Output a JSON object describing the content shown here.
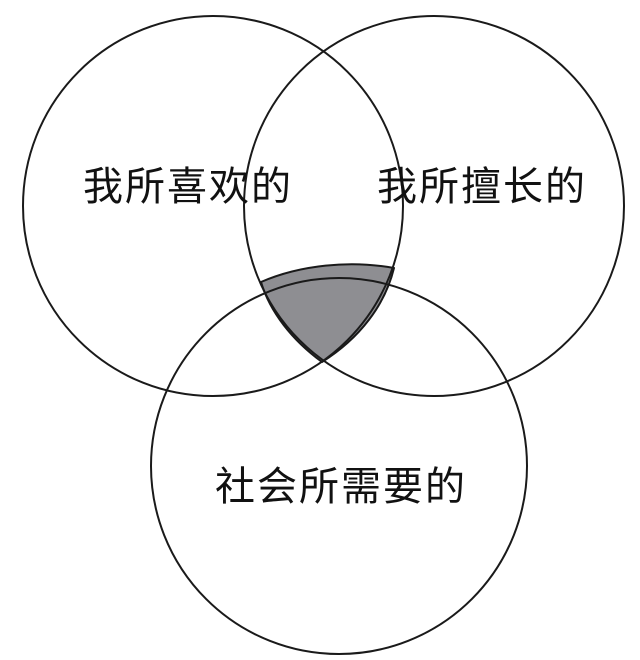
{
  "diagram": {
    "type": "venn",
    "sets": [
      {
        "id": "like",
        "label": "我所喜欢的"
      },
      {
        "id": "good_at",
        "label": "我所擅长的"
      },
      {
        "id": "needed",
        "label": "社会所需要的"
      }
    ],
    "highlighted_region": [
      "like",
      "good_at",
      "needed"
    ],
    "colors": {
      "outline": "#1a1a1a",
      "highlight": "#8e8e92",
      "background": "#ffffff"
    }
  }
}
